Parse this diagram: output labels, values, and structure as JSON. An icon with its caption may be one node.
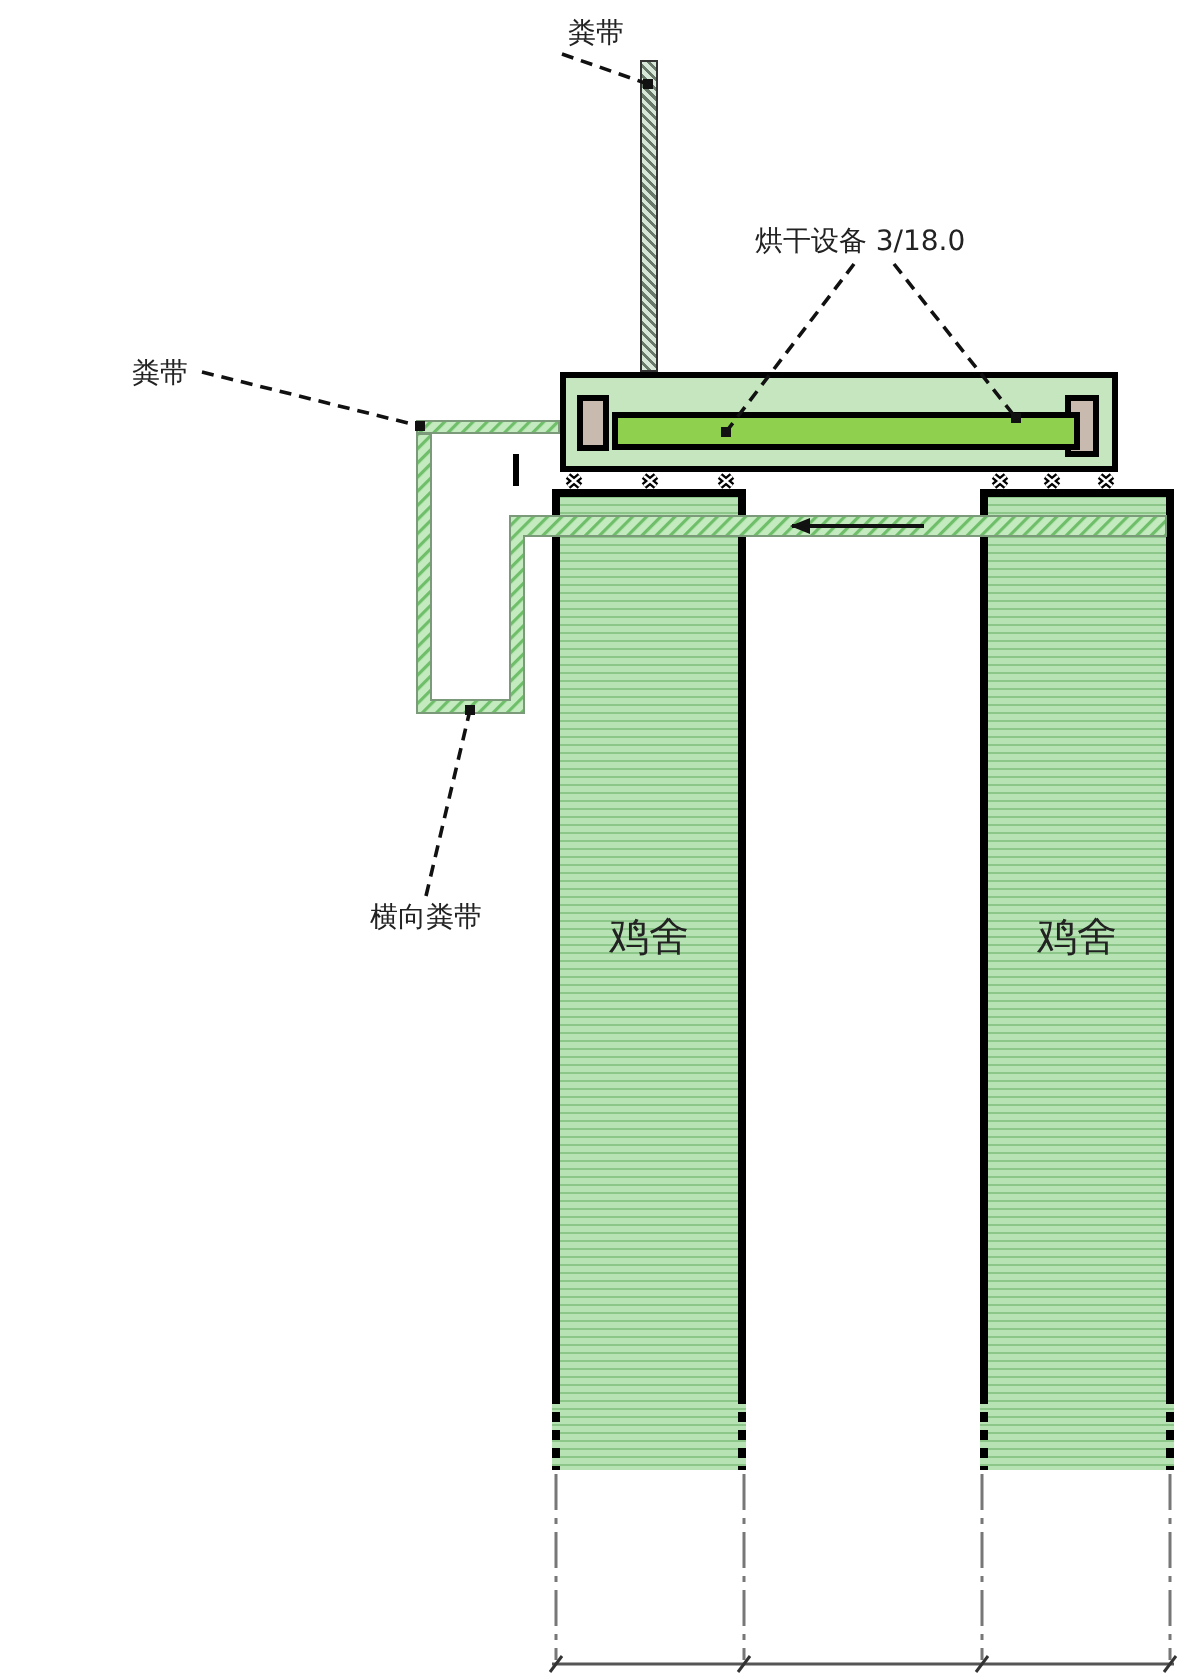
{
  "diagram": {
    "nodes": [
      {
        "text": [
          "粪带"
        ]
      },
      {
        "text": [],
        "shape": "bar"
      },
      {
        "text": [
          "烘干设备 3/18.0"
        ]
      },
      {
        "text": [],
        "shape": "box"
      },
      {
        "text": [],
        "shape": "bar",
        "in": 3
      },
      {
        "text": [
          "粪带"
        ]
      },
      {
        "text": [],
        "shape": "bar"
      },
      {
        "text": [
          "横向粪带"
        ]
      },
      {
        "text": [],
        "shape": "bar"
      },
      {
        "text": [
          "鸡舍"
        ]
      },
      {
        "text": [
          "鸡舍"
        ]
      }
    ],
    "edges": [
      {
        "from": 0,
        "to": 1,
        "arrow": "other",
        "style": "dashed"
      },
      {
        "from": 2,
        "to": 4,
        "arrow": "other",
        "style": "dashed"
      },
      {
        "from": 2,
        "to": 4,
        "arrow": "other",
        "style": "dashed"
      },
      {
        "from": 5,
        "to": 6,
        "arrow": "other",
        "style": "dashed"
      },
      {
        "from": 7,
        "to": 8,
        "arrow": "other",
        "style": "dashed"
      }
    ]
  }
}
